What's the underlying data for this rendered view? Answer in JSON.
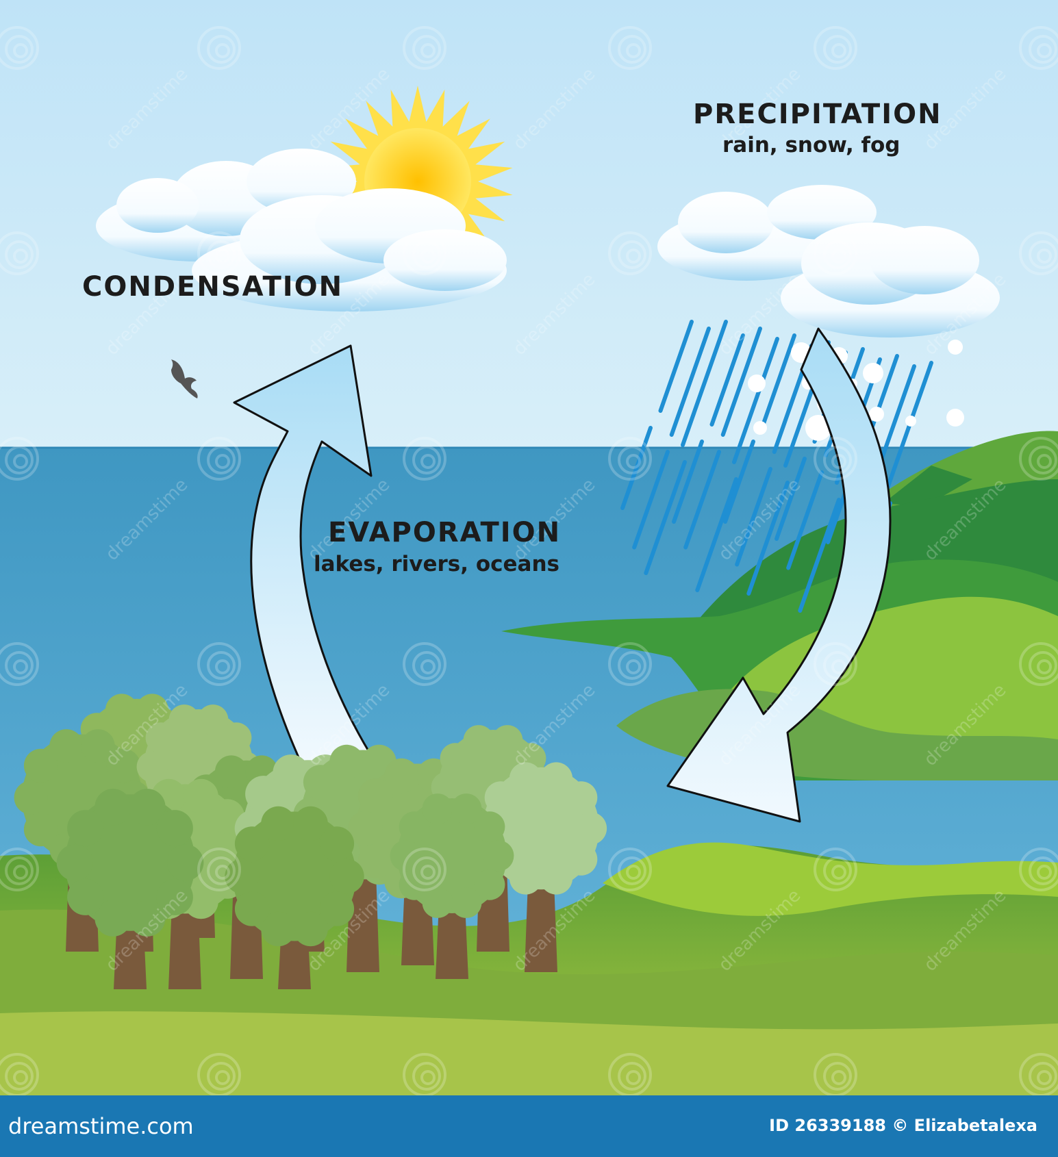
{
  "labels": {
    "condensation": "CONDENSATION",
    "precipitation": "PRECIPITATION",
    "precipitation_sub": "rain, snow, fog",
    "evaporation": "EVAPORATION",
    "evaporation_sub": "lakes, rivers, oceans"
  },
  "footer": {
    "brand": "dreamstime.com",
    "credit": "ID 26339188 © Elizabetalexa"
  },
  "watermark": "dreamstime",
  "colors": {
    "sky_top": "#c6e6f8",
    "sky_bottom": "#d7eefa",
    "water": "#55a7cf",
    "ground_dark": "#6aa43a",
    "ground_light": "#9cc83d",
    "sun": "#ffd21f",
    "rain": "#1f8fd3",
    "footer": "#1a77b3"
  }
}
